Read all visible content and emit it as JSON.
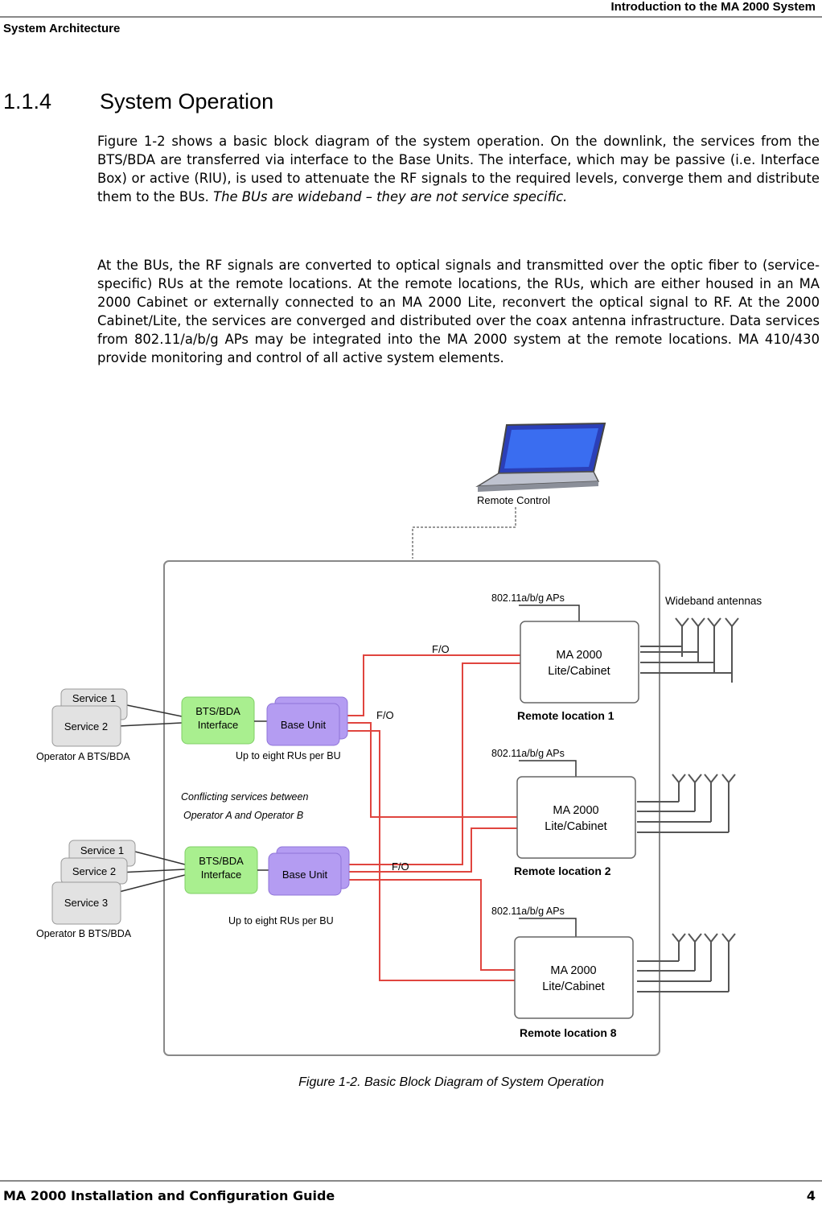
{
  "header": {
    "right_title": "Introduction to the MA 2000 System",
    "left_title": "System Architecture"
  },
  "section": {
    "number": "1.1.4",
    "title": "System Operation"
  },
  "paragraph1": {
    "text": "Figure  1-2 shows a basic block diagram of the system operation. On the downlink, the services from the BTS/BDA are transferred via interface to the Base Units. The interface, which may be passive (i.e. Interface Box) or active (RIU), is used to attenuate the RF signals to the required levels, converge them and distribute them to the BUs. ",
    "italic": "The BUs are wideband – they are not service specific."
  },
  "paragraph2": "At the BUs, the RF signals are converted to optical signals and transmitted over the optic fiber to (service-specific) RUs at the remote locations. At the remote locations, the RUs, which are either housed in an MA 2000 Cabinet or externally connected to an MA 2000 Lite, reconvert the optical signal to RF.  At the 2000 Cabinet/Lite, the services are converged and distributed over the coax antenna infrastructure. Data services from 802.11/a/b/g APs may be integrated into the MA 2000 system at the remote locations. MA 410/430 provide monitoring and control of all active system elements.",
  "diagram": {
    "remote_control": "Remote Control",
    "wideband_antennas": "Wideband antennas",
    "ap_label": "802.11a/b/g APs",
    "fo_label": "F/O",
    "ma_line1": "MA 2000",
    "ma_line2": "Lite/Cabinet",
    "remote1": "Remote location 1",
    "remote2": "Remote location 2",
    "remote8": "Remote location 8",
    "bts_line1": "BTS/BDA",
    "bts_line2": "Interface",
    "base_unit": "Base Unit",
    "up_to": "Up to eight RUs per BU",
    "service1": "Service 1",
    "service2": "Service 2",
    "service3": "Service 3",
    "operator_a": "Operator A BTS/BDA",
    "operator_b": "Operator B BTS/BDA",
    "conflict1": "Conflicting services between",
    "conflict2": "Operator A  and Operator B"
  },
  "caption": "Figure  1-2.  Basic Block Diagram of System Operation",
  "footer": {
    "left": "MA 2000 Installation and Configuration Guide",
    "page": "4"
  },
  "colors": {
    "fiber": "#e0453f",
    "bts": "#a9ef8f",
    "base_unit": "#b49cf2",
    "service": "#e2e2e2"
  }
}
